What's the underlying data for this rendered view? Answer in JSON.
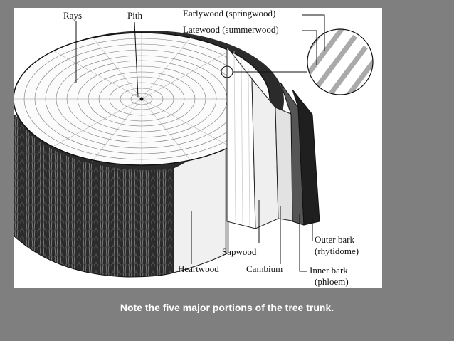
{
  "diagram": {
    "labels": {
      "rays": "Rays",
      "pith": "Pith",
      "earlywood": "Earlywood (springwood)",
      "latewood": "Latewood (summerwood)",
      "sapwood": "Sapwood",
      "heartwood": "Heartwood",
      "cambium": "Cambium",
      "outer_bark_1": "Outer bark",
      "outer_bark_2": "(rhytidome)",
      "inner_bark_1": "Inner bark",
      "inner_bark_2": "(phloem)"
    },
    "colors": {
      "bark": "#2b2b2b",
      "wood": "#f4f4f4",
      "background": "#7f7f7f"
    }
  },
  "caption": "Note the five major portions of the tree trunk."
}
